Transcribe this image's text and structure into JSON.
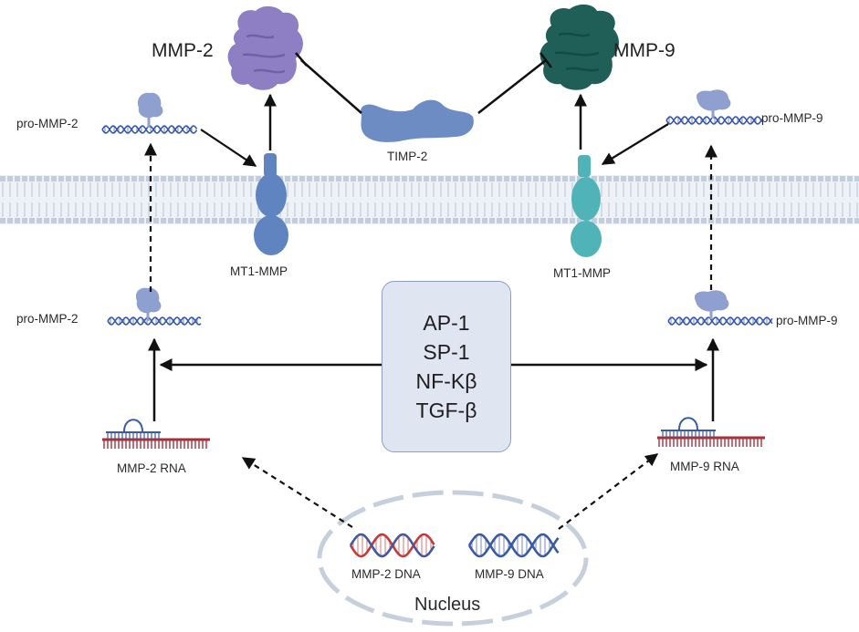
{
  "labels": {
    "mmp2_protein": "MMP-2",
    "mmp9_protein": "MMP-9",
    "timp2": "TIMP-2",
    "pro_mmp2_top": "pro-MMP-2",
    "pro_mmp9_top": "pro-MMP-9",
    "mt1mmp_left": "MT1-MMP",
    "mt1mmp_right": "MT1-MMP",
    "pro_mmp2_bottom": "pro-MMP-2",
    "pro_mmp9_bottom": "pro-MMP-9",
    "mmp2_rna": "MMP-2 RNA",
    "mmp9_rna": "MMP-9 RNA",
    "mmp2_dna": "MMP-2 DNA",
    "mmp9_dna": "MMP-9 DNA",
    "nucleus": "Nucleus"
  },
  "transcription_factors": [
    "AP-1",
    "SP-1",
    "NF-Kβ",
    "TGF-β"
  ],
  "colors": {
    "mmp2": "#8e7fc4",
    "mmp9": "#1f5f58",
    "timp2": "#6e8cc4",
    "mt1mmp_left": "#5f84c0",
    "mt1mmp_right": "#4fb3b8",
    "membrane": "#c2cedd",
    "dna_blue": "#3a5aa8",
    "dna_red": "#c23b3b",
    "rna_red": "#a8323a",
    "nucleus_outline": "#c6d0dc",
    "tf_box_fill": "#dfe6f2"
  }
}
